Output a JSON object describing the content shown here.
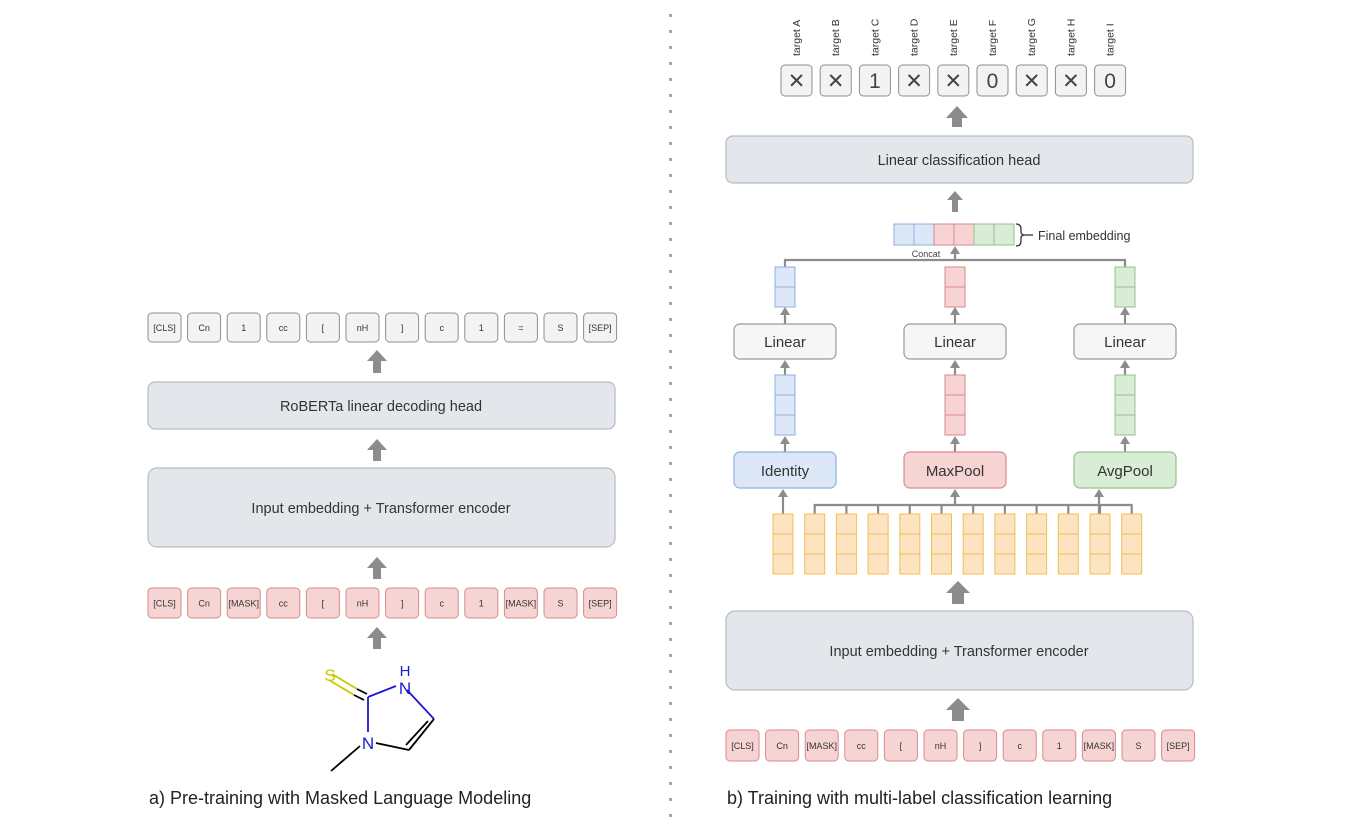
{
  "panel_a": {
    "caption": "a) Pre-training with Masked Language Modeling",
    "output_tokens": [
      "[CLS]",
      "Cn",
      "1",
      "cc",
      "[",
      "nH",
      "]",
      "c",
      "1",
      "=",
      "S",
      "[SEP]"
    ],
    "decoding_head_label": "RoBERTa linear decoding head",
    "encoder_label": "Input embedding + Transformer encoder",
    "input_tokens": [
      "[CLS]",
      "Cn",
      "[MASK]",
      "cc",
      "[",
      "nH",
      "]",
      "c",
      "1",
      "[MASK]",
      "S",
      "[SEP]"
    ],
    "molecule": {
      "atoms": {
        "sulfur": "S",
        "nitrogen_top": "N",
        "hydrogen": "H",
        "nitrogen_bottom": "N"
      },
      "colors": {
        "sulfur": "#c8c800",
        "nitrogen": "#1a1ad6",
        "bond": "#000000"
      }
    }
  },
  "panel_b": {
    "caption": "b) Training with multi-label classification learning",
    "targets": [
      {
        "label": "target A",
        "value": "✕"
      },
      {
        "label": "target B",
        "value": "✕"
      },
      {
        "label": "target C",
        "value": "1"
      },
      {
        "label": "target D",
        "value": "✕"
      },
      {
        "label": "target E",
        "value": "✕"
      },
      {
        "label": "target F",
        "value": "0"
      },
      {
        "label": "target G",
        "value": "✕"
      },
      {
        "label": "target H",
        "value": "✕"
      },
      {
        "label": "target I",
        "value": "0"
      }
    ],
    "classification_head_label": "Linear classification head",
    "final_embedding_label": "Final embedding",
    "concat_label": "Concat",
    "branches": [
      {
        "pool_label": "Identity",
        "linear_label": "Linear",
        "fill": "#dce8f8",
        "stroke": "#8fb0dc"
      },
      {
        "pool_label": "MaxPool",
        "linear_label": "Linear",
        "fill": "#f7d4d4",
        "stroke": "#d88a8a"
      },
      {
        "pool_label": "AvgPool",
        "linear_label": "Linear",
        "fill": "#d9ecd5",
        "stroke": "#96c18e"
      }
    ],
    "hidden_state_count": 12,
    "hidden_state_colors": {
      "fill": "#fde3c2",
      "stroke": "#f0c050"
    },
    "encoder_label": "Input embedding + Transformer encoder",
    "input_tokens": [
      "[CLS]",
      "Cn",
      "[MASK]",
      "cc",
      "[",
      "nH",
      "]",
      "c",
      "1",
      "[MASK]",
      "S",
      "[SEP]"
    ]
  }
}
